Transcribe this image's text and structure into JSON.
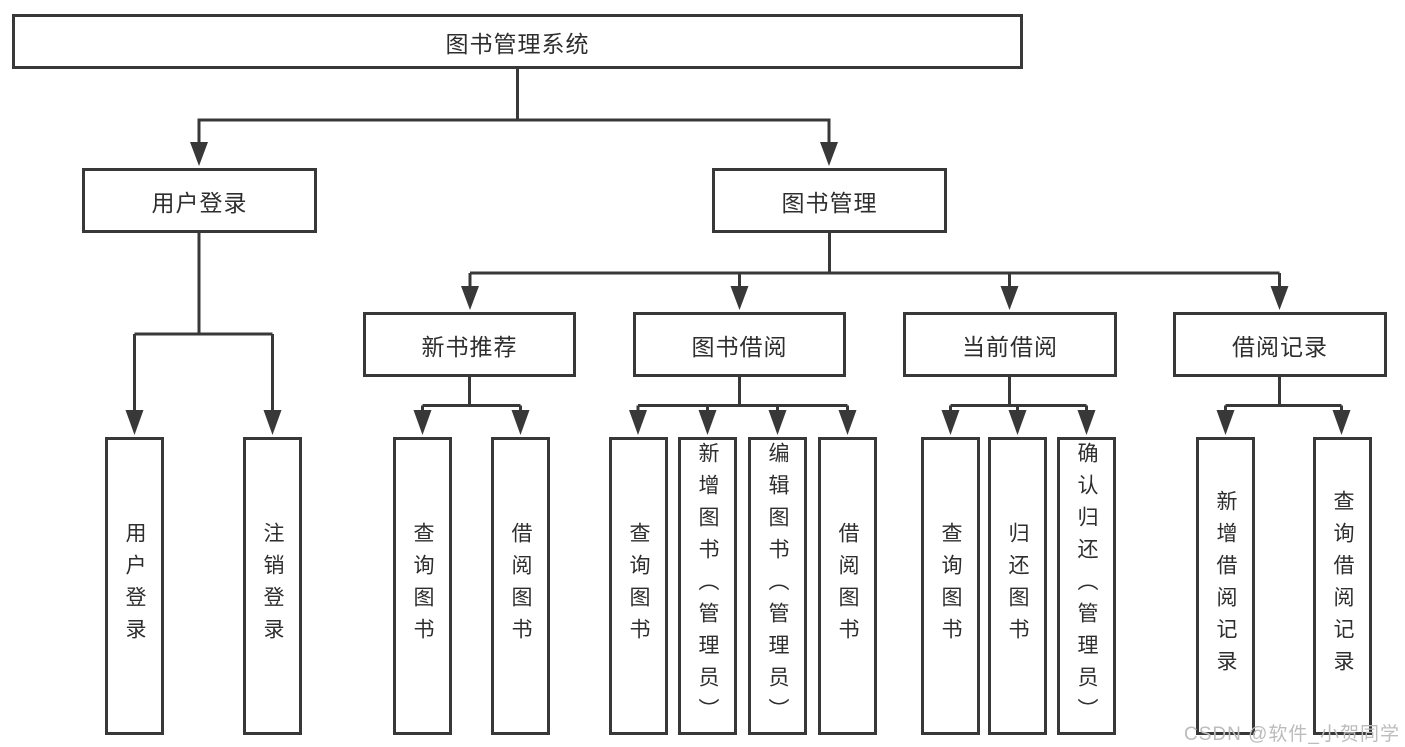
{
  "diagram": {
    "root": "图书管理系统",
    "level2": [
      "用户登录",
      "图书管理"
    ],
    "level3": [
      "新书推荐",
      "图书借阅",
      "当前借阅",
      "借阅记录"
    ],
    "leaves_user_login": [
      "用户登录",
      "注销登录"
    ],
    "leaves_new_book": [
      "查询图书",
      "借阅图书"
    ],
    "leaves_book_borrow": [
      "查询图书",
      "新增图书（管理员）",
      "编辑图书（管理员）",
      "借阅图书"
    ],
    "leaves_current_borrow": [
      "查询图书",
      "归还图书",
      "确认归还（管理员）"
    ],
    "leaves_borrow_record": [
      "新增借阅记录",
      "查询借阅记录"
    ]
  },
  "watermark": "CSDN @软件_小贺同学",
  "colors": {
    "line": "#383838",
    "border": "#383838",
    "text": "#2e2e2e",
    "watermark": "#bcbcbc",
    "background": "#ffffff"
  }
}
